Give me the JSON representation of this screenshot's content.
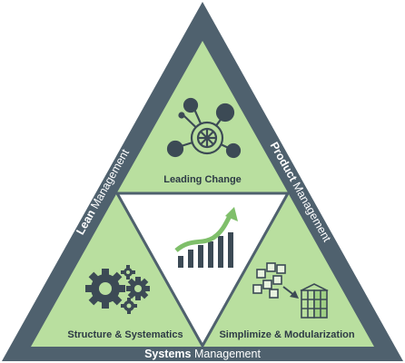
{
  "edges": {
    "left": {
      "strong": "Lean",
      "light": " Management"
    },
    "right": {
      "strong": "Product",
      "light": " Management"
    },
    "bottom": {
      "strong": "Systems",
      "light": " Management"
    }
  },
  "segments": {
    "top": {
      "label": "Leading Change",
      "icon": "network-hub-icon"
    },
    "left": {
      "label": "Structure & Systematics",
      "icon": "gears-icon"
    },
    "right": {
      "label": "Simplimize & Modularization",
      "icon": "modular-cubes-icon"
    },
    "center": {
      "icon": "growth-bar-chart-icon"
    }
  },
  "colors": {
    "frame": "#4f616e",
    "segment_fill": "#b9df9f",
    "center_fill": "#ffffff",
    "icon": "#3c4a55",
    "accent_green": "#7fbf6a"
  }
}
